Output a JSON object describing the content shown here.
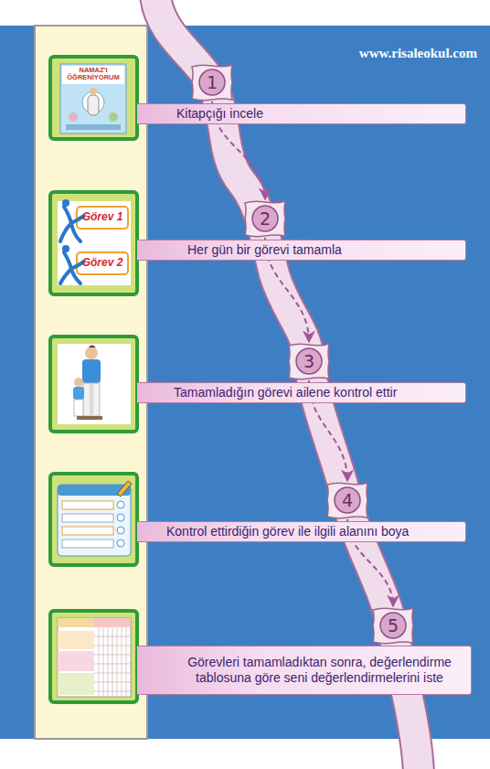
{
  "diagram": {
    "nodes": [
      {
        "text": [
          "1"
        ]
      },
      {
        "text": [
          "Kitapçığı incele"
        ]
      },
      {
        "text": [
          "2"
        ]
      },
      {
        "text": [
          "Her gün bir görevi tamamla"
        ]
      },
      {
        "text": [
          "3"
        ]
      },
      {
        "text": [
          "Tamamladığın görevi ailene kontrol ettir"
        ]
      },
      {
        "text": [
          "4"
        ]
      },
      {
        "text": [
          "Kontrol ettirdiğin görev ile ilgili alanını boya"
        ]
      },
      {
        "text": [
          "5"
        ]
      },
      {
        "text": [
          "Görevleri tamamladıktan sonra, değerlendirme tablosuna göre seni değerlendirmelerini iste"
        ]
      }
    ],
    "edges": [
      {
        "from": 0,
        "to": 2,
        "arrow": "to"
      },
      {
        "from": 2,
        "to": 4,
        "arrow": "to"
      },
      {
        "from": 4,
        "to": 6,
        "arrow": "to"
      },
      {
        "from": 6,
        "to": 8,
        "arrow": "to"
      }
    ],
    "labels": [
      "www.risaleokul.com",
      "NAMAZ'I ÖĞRENİYORUM",
      "Görev 1",
      "Görev 2"
    ]
  }
}
